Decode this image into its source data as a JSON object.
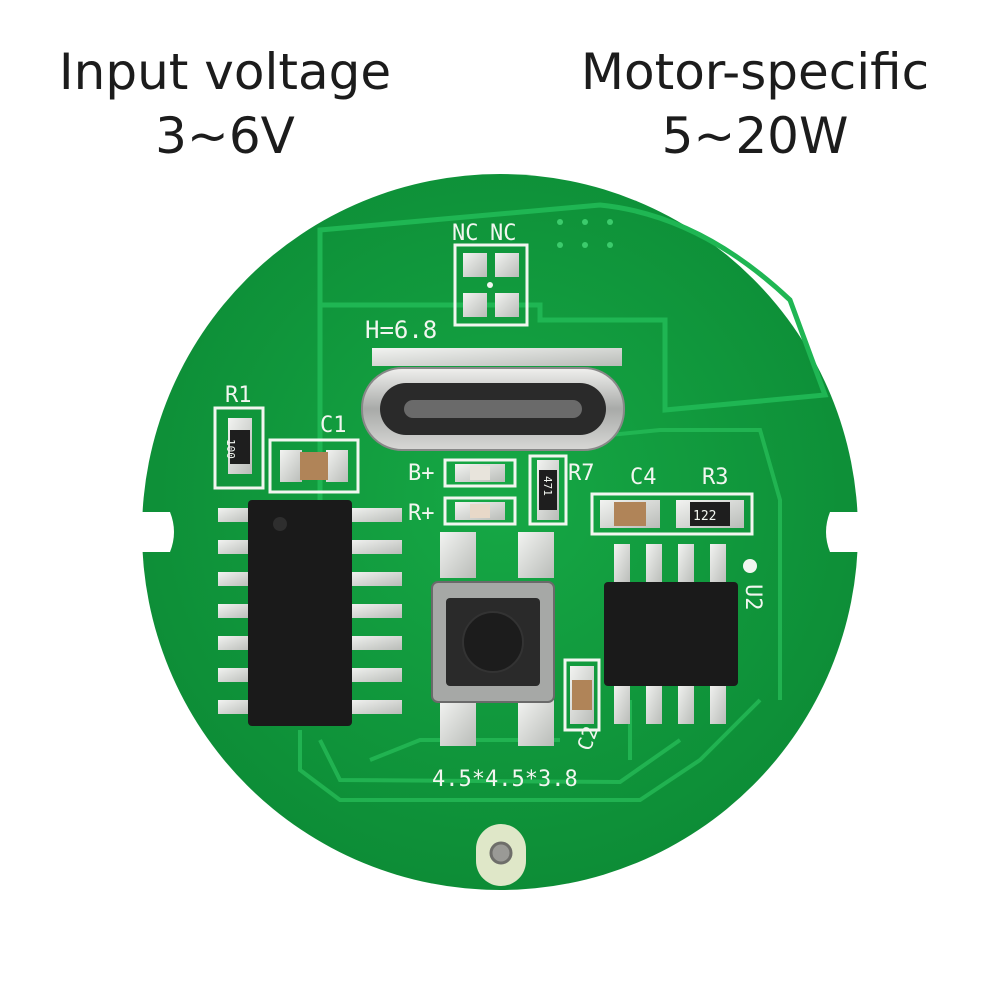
{
  "captions": {
    "left": {
      "line1": "Input voltage",
      "line2": "3~6V"
    },
    "right": {
      "line1": "Motor-specific",
      "line2": "5~20W"
    }
  },
  "silkscreen": {
    "nc_left": "NC",
    "nc_right": "NC",
    "height": "H=6.8",
    "r1": "R1",
    "c1": "C1",
    "b_plus": "B+",
    "r_plus": "R+",
    "r7": "R7",
    "c4": "C4",
    "r3": "R3",
    "u2": "U2",
    "c2": "C2",
    "dims": "4.5*4.5*3.8"
  },
  "component_markings": {
    "r1_value": "100",
    "r7_value": "471",
    "r3_value": "122"
  },
  "colors": {
    "pcb_green": "#0f9a3c",
    "pcb_dark": "#0b7f31",
    "pad_silver": "#d7d9d6",
    "chip_black": "#1a1a1a",
    "silk_white": "#f2f6f0"
  }
}
